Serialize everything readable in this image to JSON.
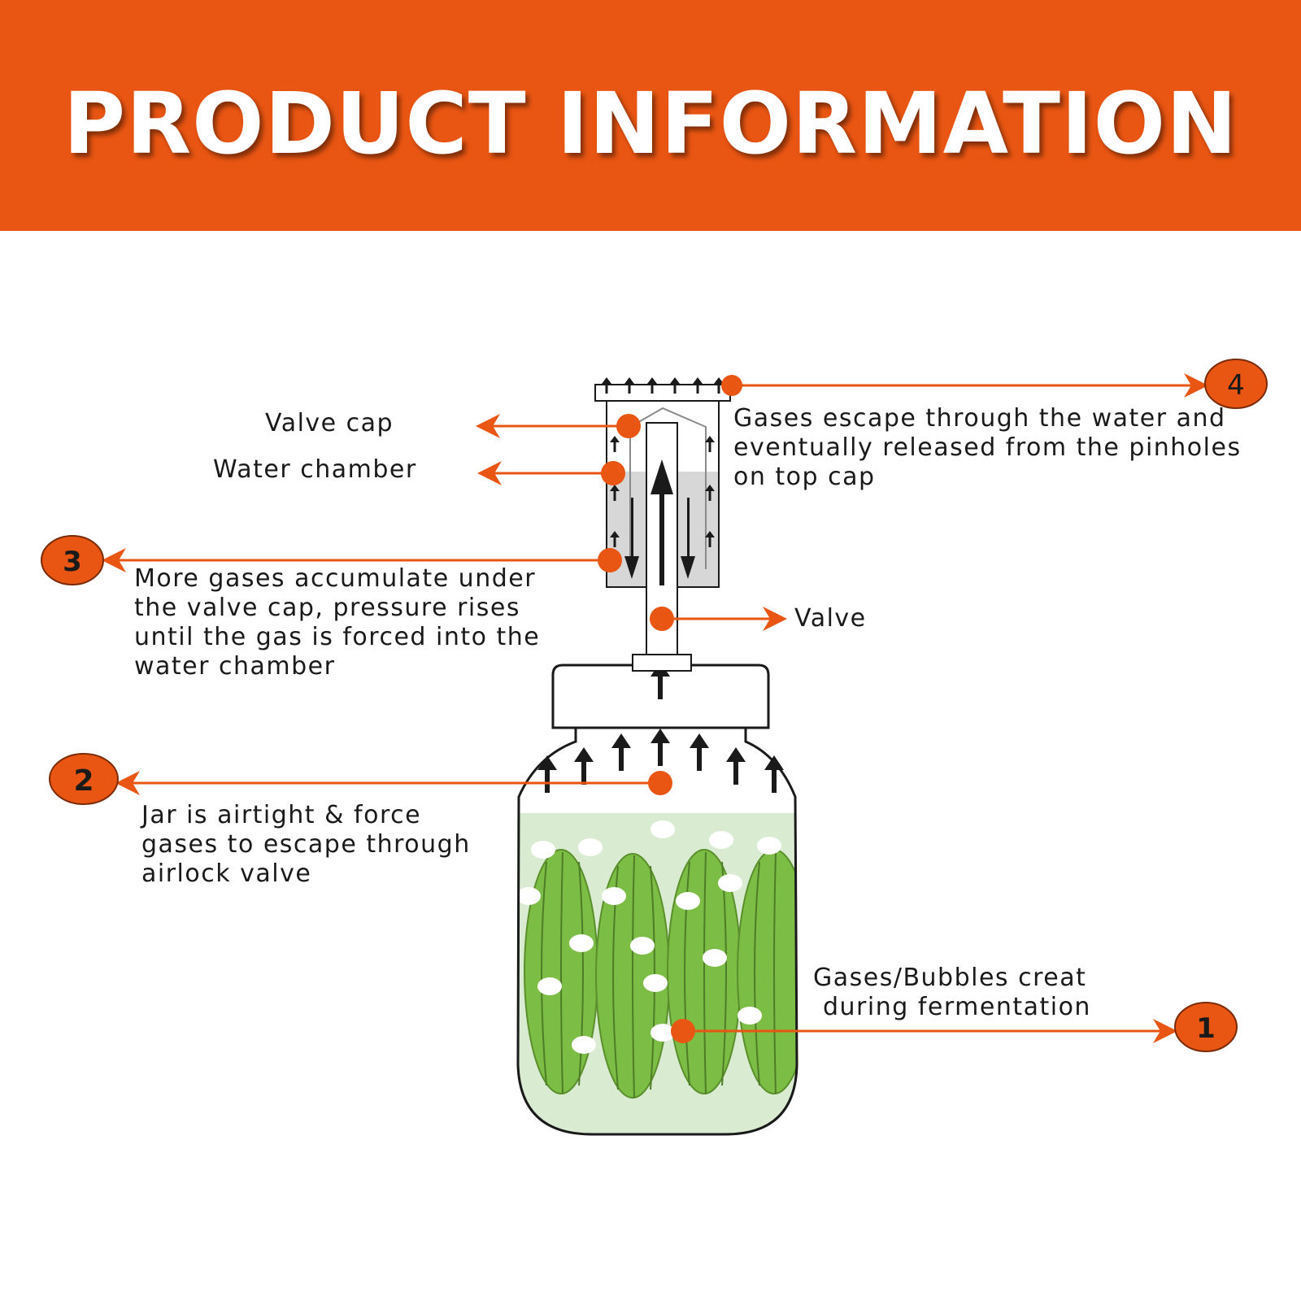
{
  "banner": {
    "title": "PRODUCT INFORMATION"
  },
  "colors": {
    "accent": "#e95512",
    "liquid": "#d9ecd1",
    "pickle": "#7cbd45",
    "arrow": "#1a1a1a"
  },
  "labels": {
    "valve_cap": "Valve cap",
    "water_chamber": "Water chamber",
    "valve": "Valve",
    "step1": {
      "number": "1",
      "lines": [
        "Gases/Bubbles creat",
        "during fermentation"
      ]
    },
    "step2": {
      "number": "2",
      "lines": [
        "Jar is airtight & force",
        "gases to escape through",
        "airlock valve"
      ]
    },
    "step3": {
      "number": "3",
      "lines": [
        "More gases accumulate under",
        "the valve cap, pressure rises",
        "until the gas is forced into the",
        "water chamber"
      ]
    },
    "step4": {
      "number": "4",
      "lines": [
        "Gases escape through the water and",
        "eventually released from the pinholes",
        "on top cap"
      ]
    }
  }
}
